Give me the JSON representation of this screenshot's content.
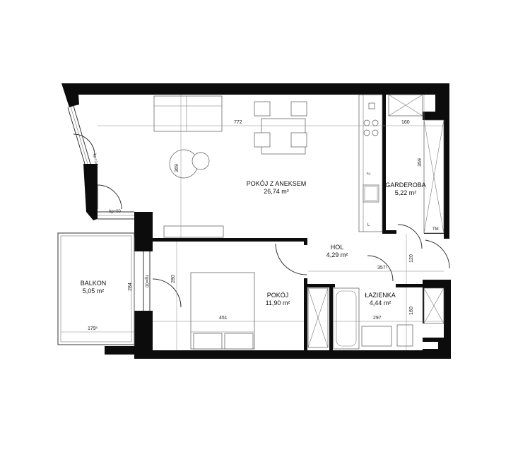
{
  "rooms": [
    {
      "name": "POKÓJ Z ANEKSEM",
      "area": "26,74 m²"
    },
    {
      "name": "GARDEROBA",
      "area": "5,22 m²"
    },
    {
      "name": "HOL",
      "area": "4,29 m²"
    },
    {
      "name": "BALKON",
      "area": "5,05 m²"
    },
    {
      "name": "POKÓJ",
      "area": "11,90 m²"
    },
    {
      "name": "ŁAZIENKA",
      "area": "4,44 m²"
    }
  ],
  "dimensions": {
    "d772": "772",
    "d160_top": "160",
    "d369": "369",
    "d359": "359",
    "d120": "120",
    "d357": "357⁵",
    "d280": "280",
    "d284": "284",
    "d451": "451",
    "d297": "297",
    "d160_bottom": "160",
    "d179": "179⁵"
  },
  "labels": {
    "hp14": "hp=14",
    "hp00_top": "hp=00",
    "hp00_side": "hp=00",
    "tm": "TM",
    "z": "Z",
    "l": "L"
  }
}
